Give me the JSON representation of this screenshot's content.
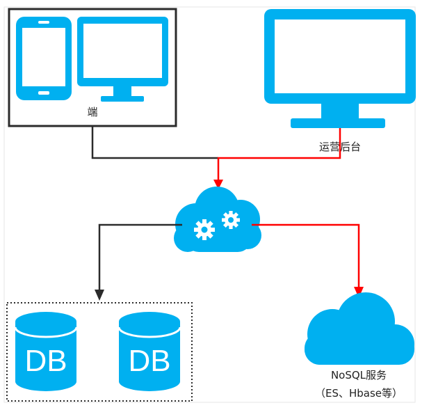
{
  "colors": {
    "accent": "#00b0f0",
    "black_line": "#2b2b2b",
    "red_line": "#ff0000",
    "text": "#222222",
    "frame": "#e0e0e0"
  },
  "client": {
    "label": "端",
    "icons": [
      "smartphone-icon",
      "desktop-monitor-icon"
    ]
  },
  "admin": {
    "label": "运营后台",
    "icon": "desktop-monitor-icon"
  },
  "service": {
    "icon": "cloud-gears-icon"
  },
  "databases": [
    {
      "label": "DB"
    },
    {
      "label": "DB"
    }
  ],
  "nosql": {
    "label": "NoSQL服务",
    "sublabel": "（ES、Hbase等）",
    "icon": "cloud-icon"
  }
}
